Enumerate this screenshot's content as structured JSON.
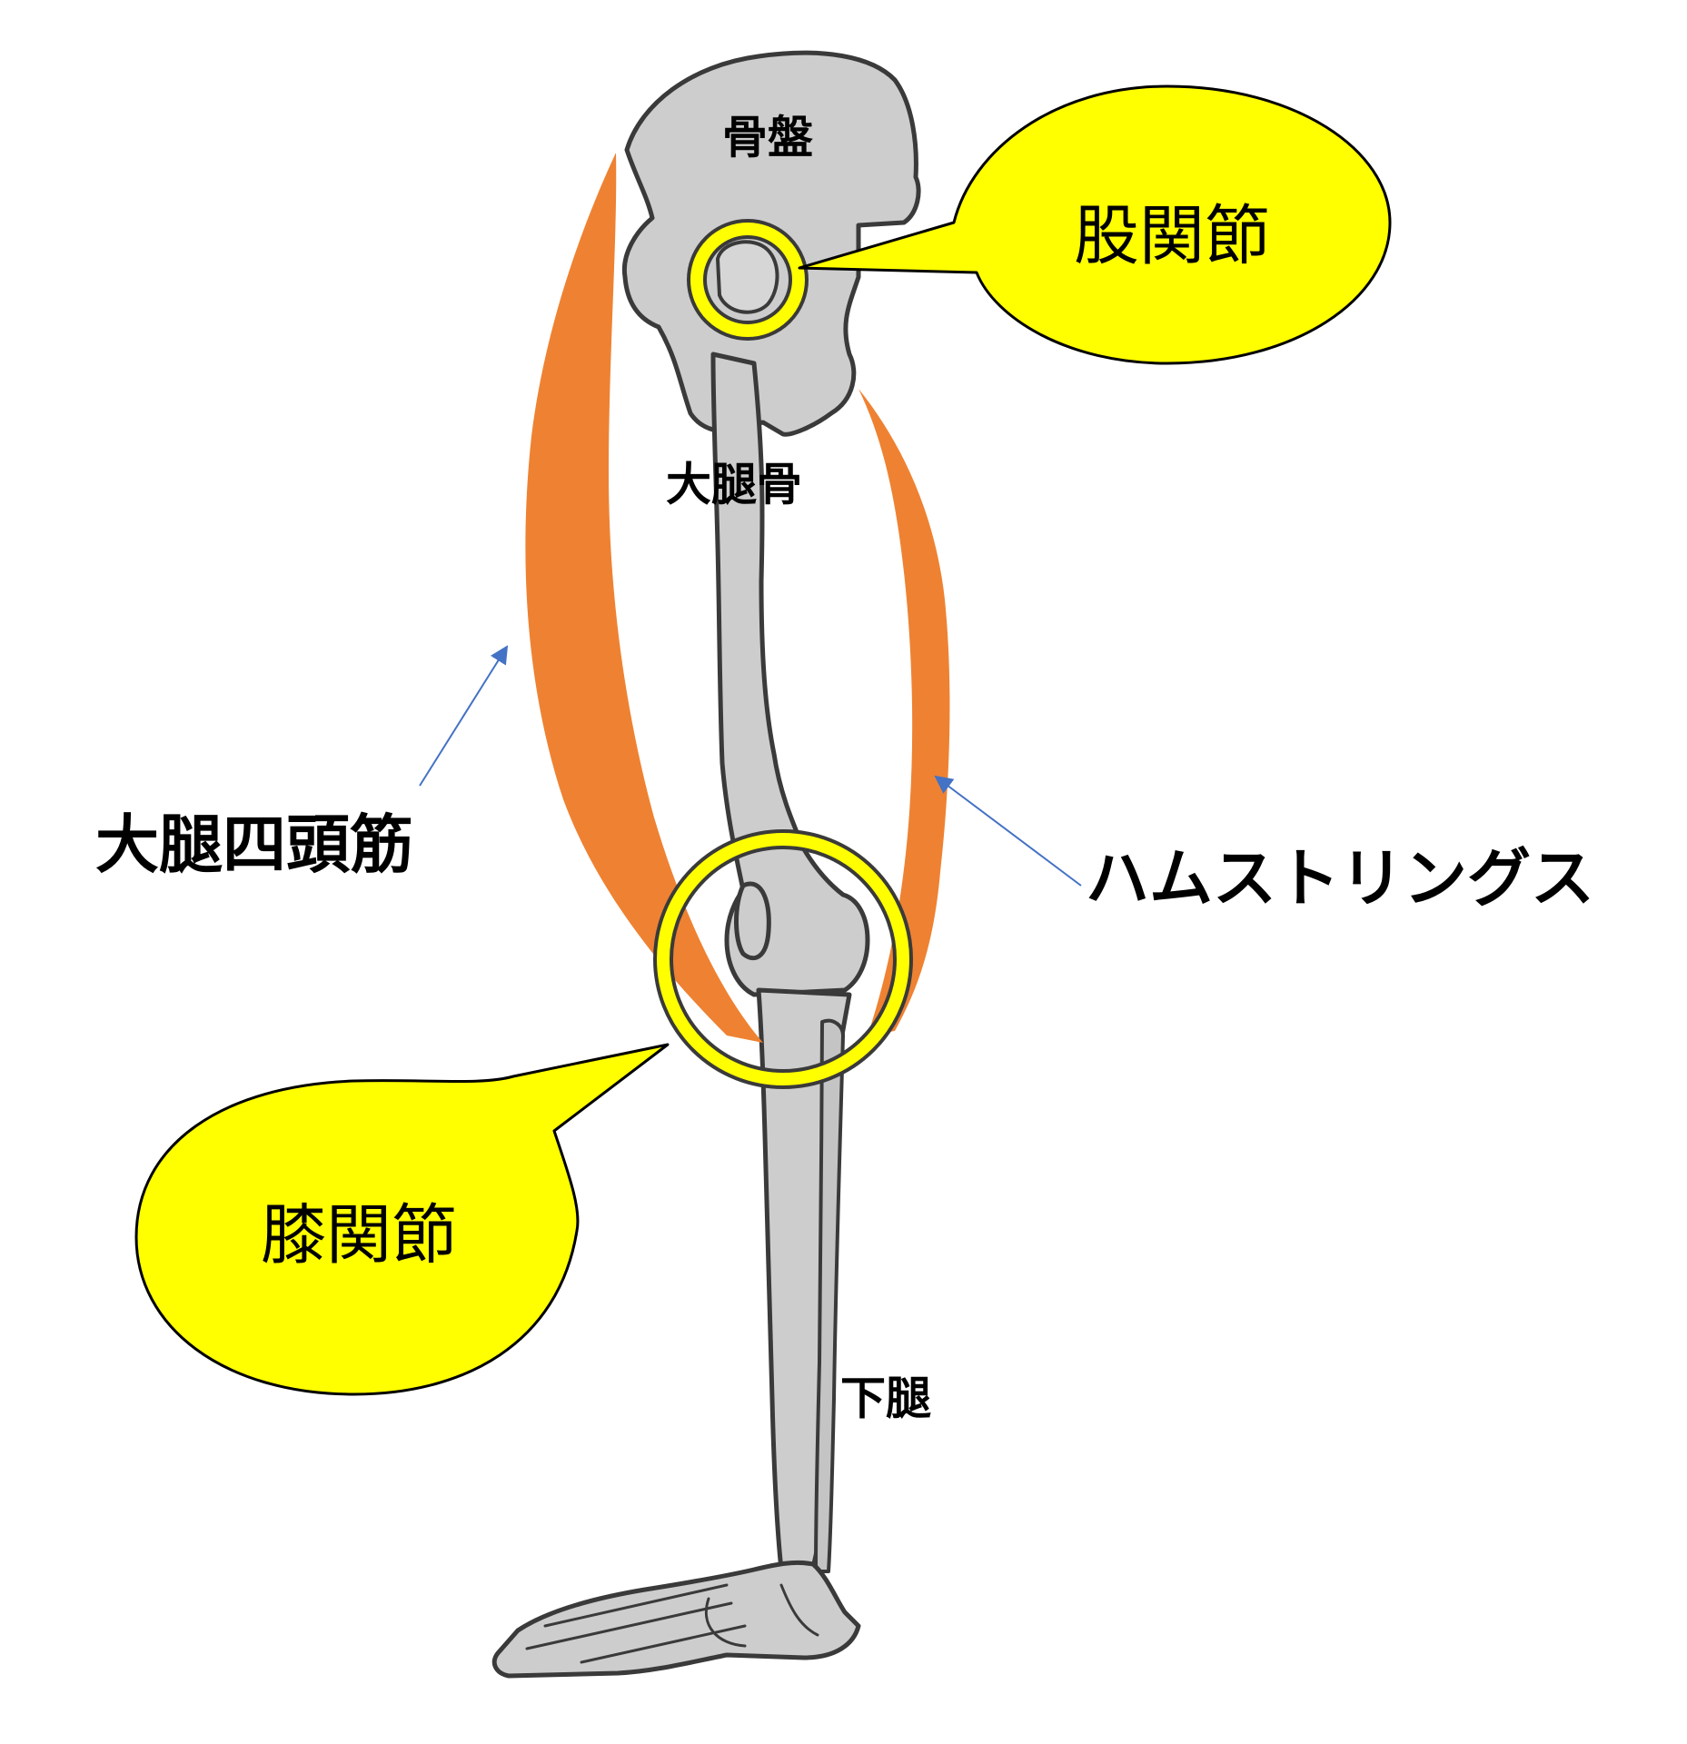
{
  "labels": {
    "pelvis": "骨盤",
    "femur": "大腿骨",
    "lower_leg": "下腿",
    "quadriceps": "大腿四頭筋",
    "hamstrings": "ハムストリングス"
  },
  "callouts": {
    "hip_joint": "股関節",
    "knee_joint": "膝関節"
  },
  "colors": {
    "bone_fill": "#cdcdcd",
    "bone_outline": "#3a3a3a",
    "muscle": "#ee8232",
    "callout_fill": "#ffff00",
    "joint_ring": "#ffff00",
    "arrow": "#4472c4",
    "text": "#000000"
  }
}
